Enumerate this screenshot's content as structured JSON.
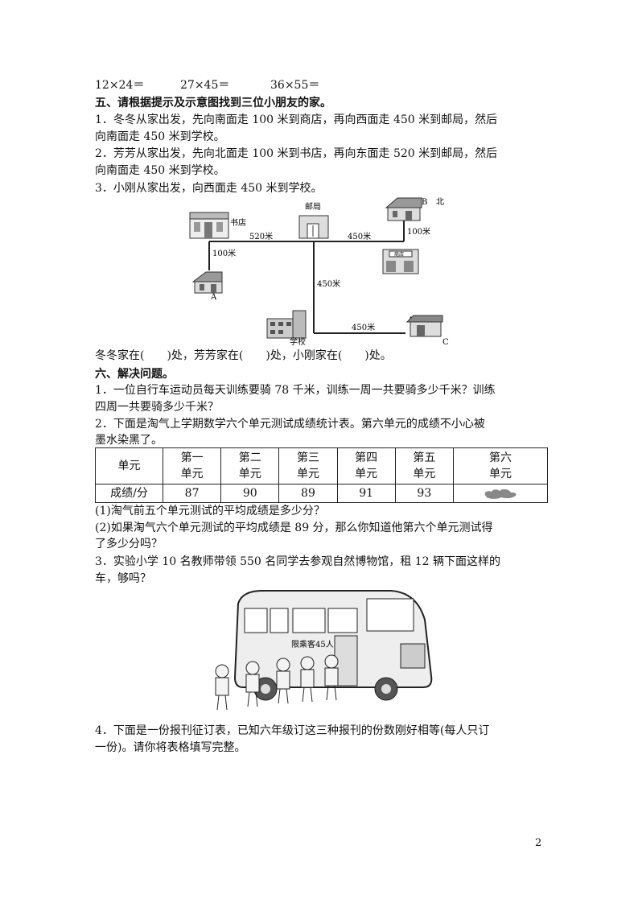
{
  "calc": [
    "12×24＝",
    "27×45＝",
    "36×55＝"
  ],
  "section5": {
    "title": "五、请根据提示及示意图找到三位小朋友的家。",
    "q1a": "1．冬冬从家出发，先向南面走 100 米到商店，再向西面走 450 米到邮局，然后",
    "q1b": "向南面走 450 米到学校。",
    "q2a": "2．芳芳从家出发，先向北面走 100 米到书店，再向东面走 520 米到邮局，然后",
    "q2b": "向南面走 450 米到学校。",
    "q3": "3．小刚从家出发，向西面走 450 米到学校。",
    "answer": "冬冬家在(　　)处，芳芳家在(　　)处，小刚家在(　　)处。"
  },
  "map": {
    "north": "北",
    "bookstore": "书店",
    "post_office": "邮局",
    "shop_sign": "商店",
    "school": "学校",
    "d_520": "520米",
    "d_450_top": "450米",
    "d_100_right": "100米",
    "d_100_left": "100米",
    "d_450_vert": "450米",
    "d_450_bottom": "450米",
    "A": "A",
    "B": "B",
    "C": "C"
  },
  "section6": {
    "title": "六、解决问题。",
    "p1a": "1．一位自行车运动员每天训练要骑 78 千米，训练一周一共要骑多少千米？训练",
    "p1b": "四周一共要骑多少千米？",
    "p2a": "2．下面是淘气上学期数学六个单元测试成绩统计表。第六单元的成绩不小心被",
    "p2b": "墨水染黑了。",
    "p2q1": "(1)淘气前五个单元测试的平均成绩是多少分？",
    "p2q2a": "(2)如果淘气六个单元测试的平均成绩是 89 分，那么你知道他第六个单元测试得",
    "p2q2b": "了多少分吗？",
    "p3a": "3．实验小学 10 名教师带领 550 名同学去参观自然博物馆，租 12 辆下面这样的",
    "p3b": "车，够吗？",
    "p4a": "4．下面是一份报刊征订表，已知六年级订这三种报刊的份数刚好相等(每人只订",
    "p4b": "一份)。请你将表格填写完整。"
  },
  "table": {
    "unit_label": "单元",
    "score_label": "成绩/分",
    "units": [
      [
        "第一",
        "单元"
      ],
      [
        "第二",
        "单元"
      ],
      [
        "第三",
        "单元"
      ],
      [
        "第四",
        "单元"
      ],
      [
        "第五",
        "单元"
      ],
      [
        "第六",
        "单元"
      ]
    ],
    "scores": [
      "87",
      "90",
      "89",
      "91",
      "93"
    ]
  },
  "bus": {
    "sign": "限乘客45人"
  },
  "page_number": "2"
}
